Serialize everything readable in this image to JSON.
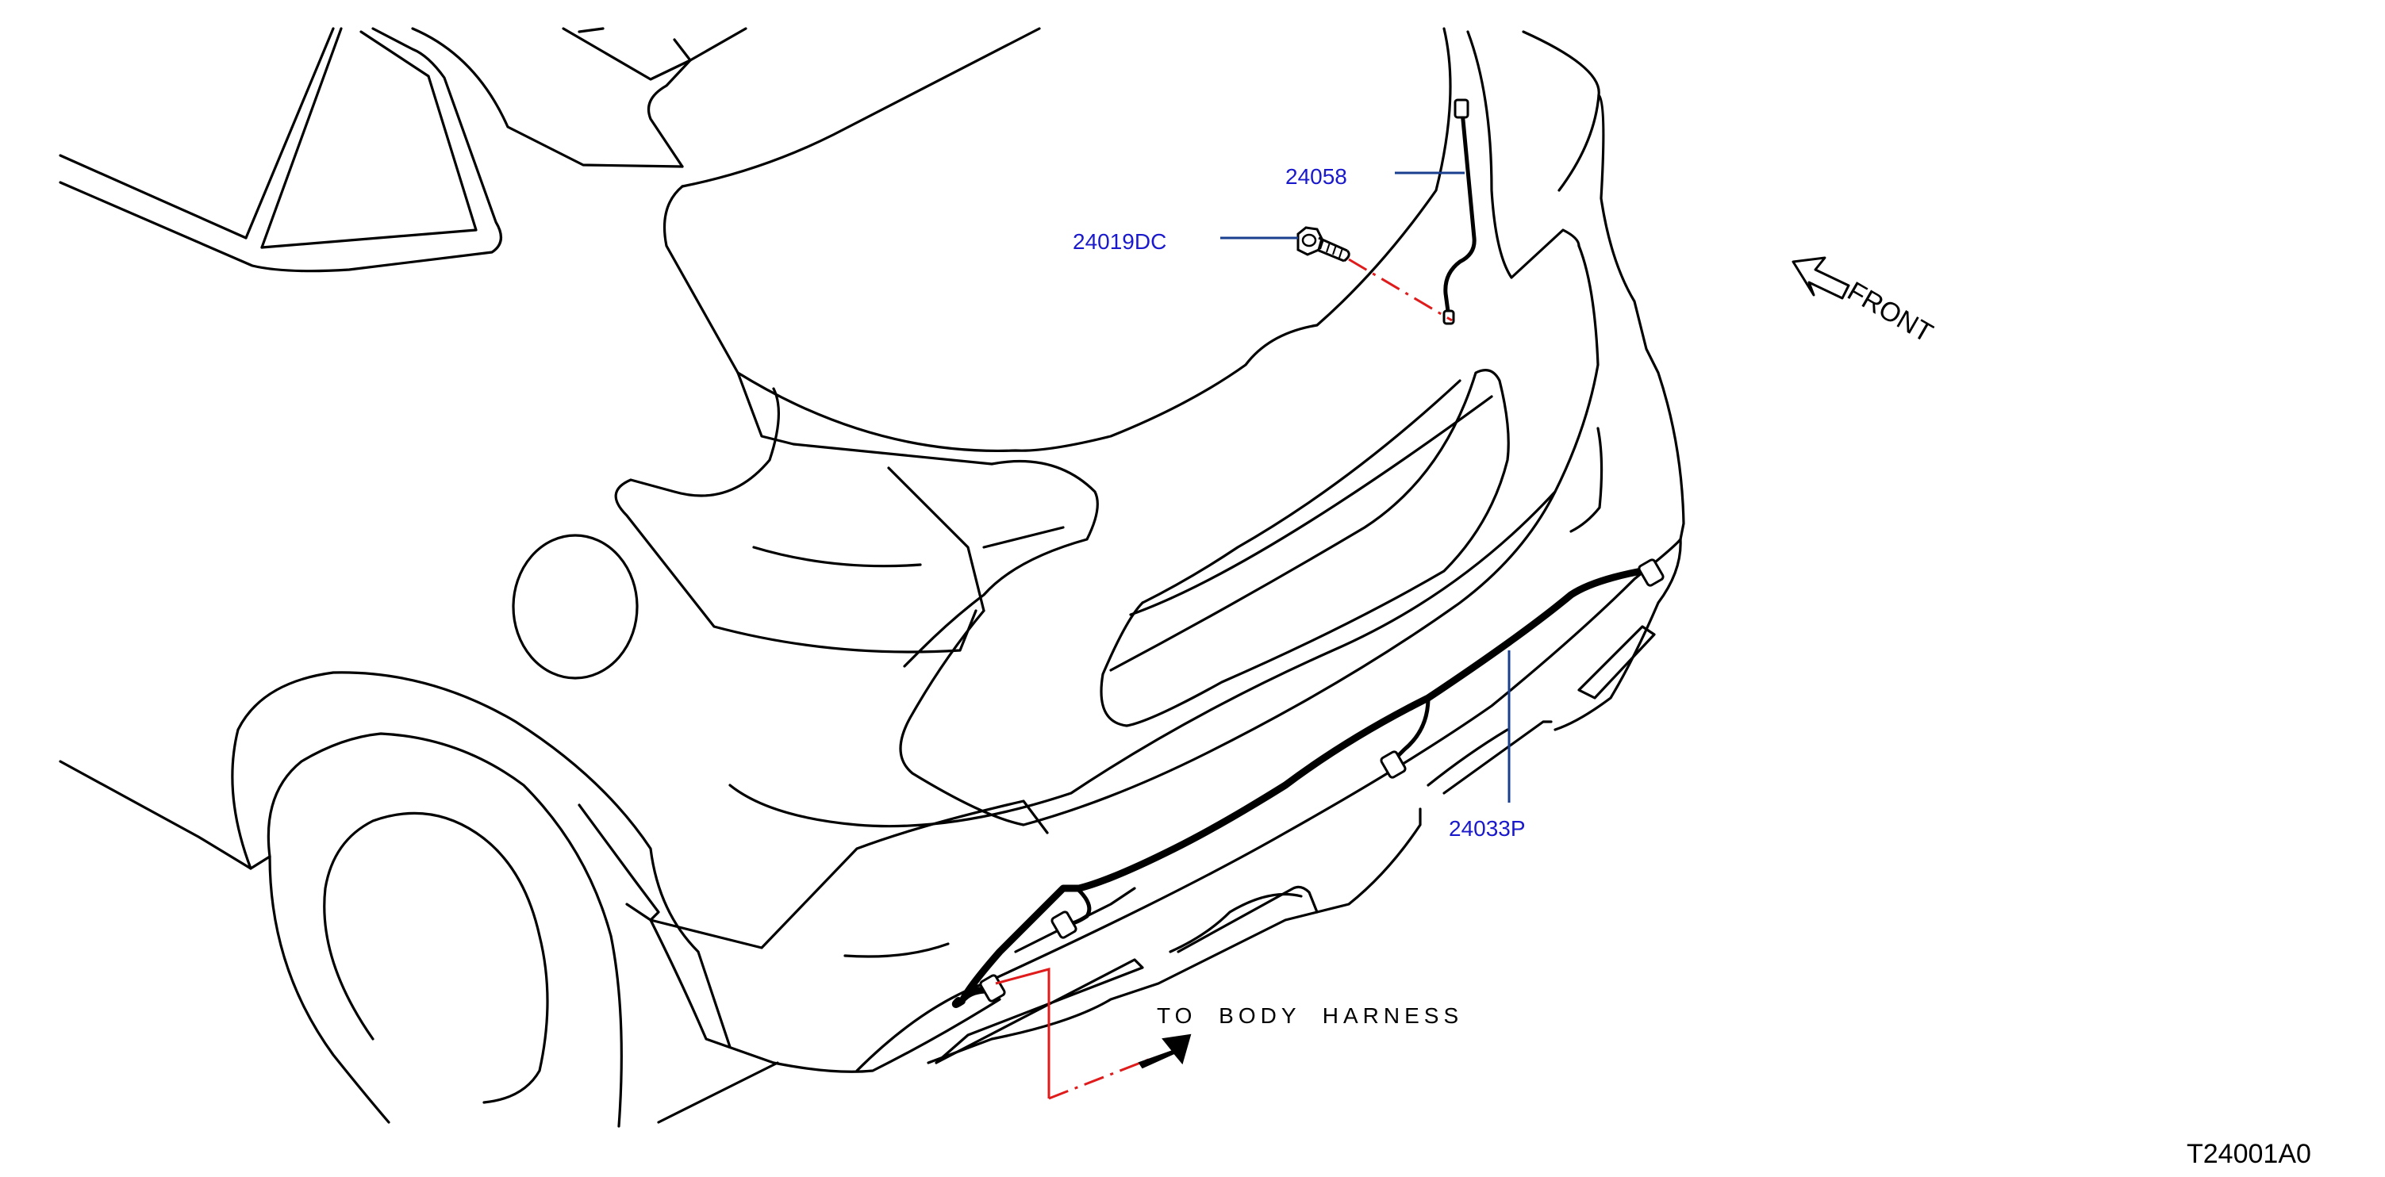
{
  "parts": [
    {
      "id": "label-24058",
      "number": "24058"
    },
    {
      "id": "label-24019DC",
      "number": "24019DC"
    },
    {
      "id": "label-24033P",
      "number": "24033P"
    }
  ],
  "front_label": "FRONT",
  "harness_note": "TO BODY HARNESS",
  "diagram_code": "T24001A0",
  "colors": {
    "outline": "#000000",
    "part_label": "#1a1acc",
    "leader_line": "#1a3f8f",
    "dash_line": "#e01b1b"
  }
}
